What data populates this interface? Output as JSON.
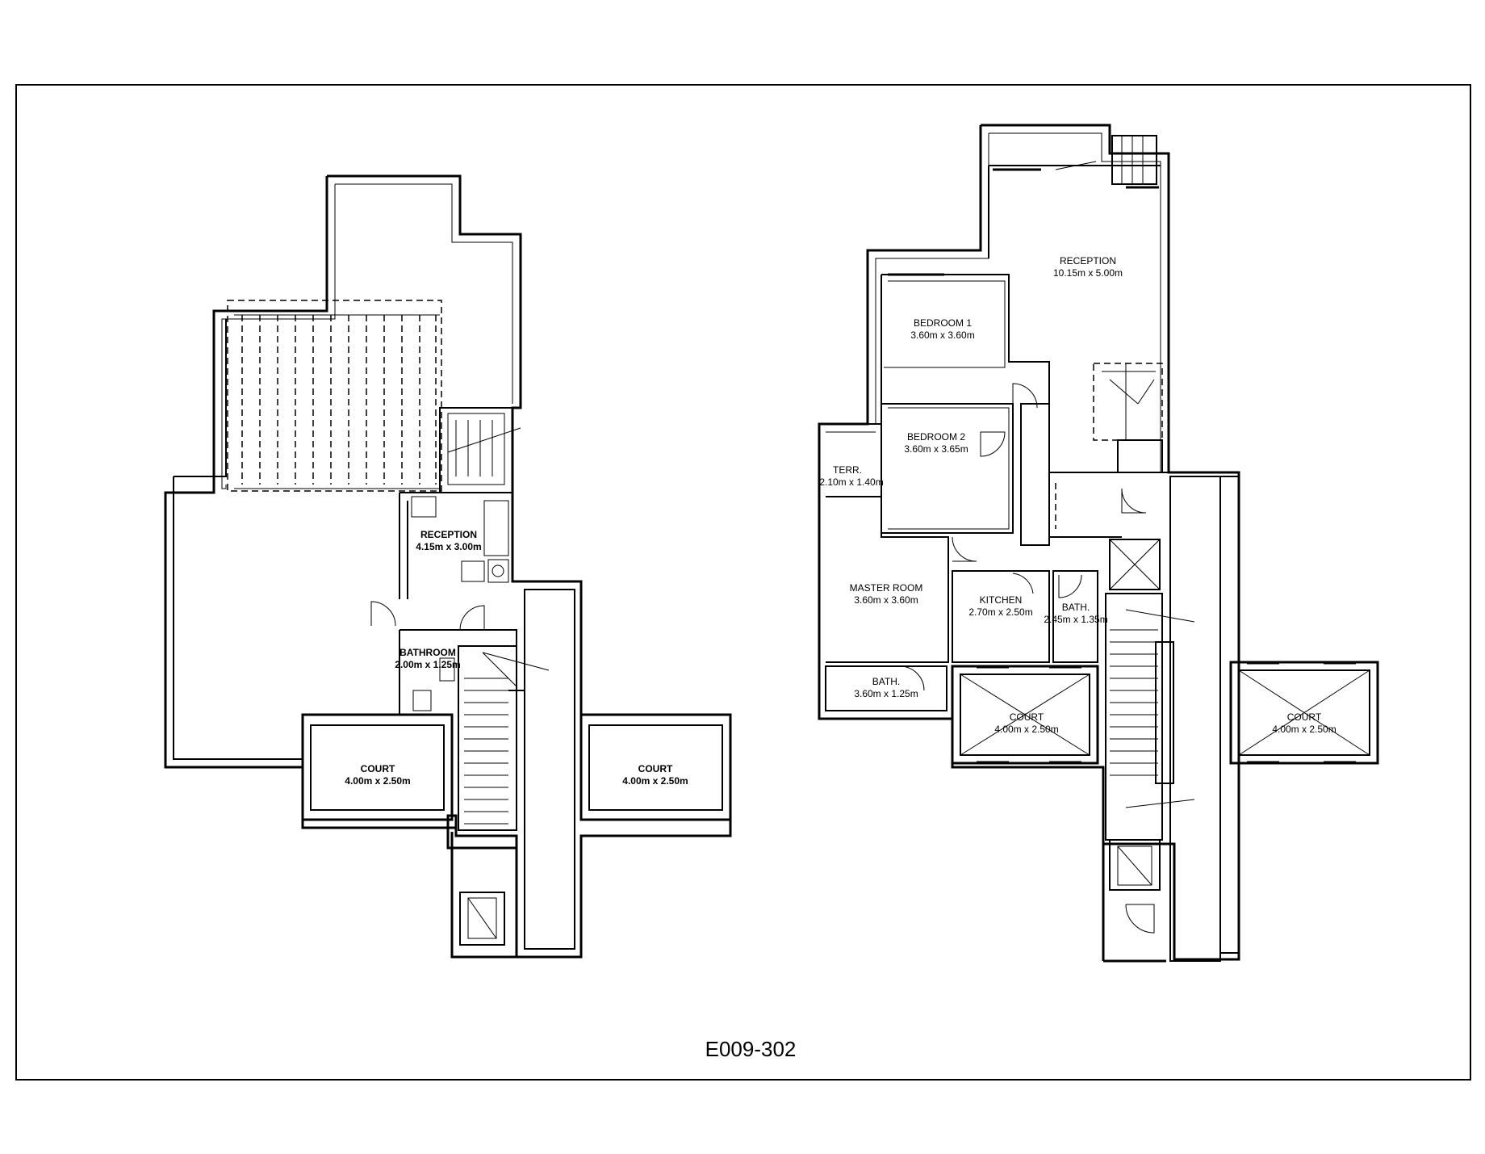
{
  "drawing_code": "E009-302",
  "lower_plan": {
    "reception": {
      "name": "RECEPTION",
      "size": "4.15m x 3.00m"
    },
    "bathroom": {
      "name": "BATHROOM",
      "size": "2.00m x 1.25m"
    },
    "court_left": {
      "name": "COURT",
      "size": "4.00m x 2.50m"
    },
    "court_right": {
      "name": "COURT",
      "size": "4.00m x 2.50m"
    }
  },
  "upper_plan": {
    "reception": {
      "name": "RECEPTION",
      "size": "10.15m x 5.00m"
    },
    "bedroom1": {
      "name": "BEDROOM 1",
      "size": "3.60m x 3.60m"
    },
    "bedroom2": {
      "name": "BEDROOM 2",
      "size": "3.60m x 3.65m"
    },
    "terr": {
      "name": "TERR.",
      "size": "2.10m x 1.40m"
    },
    "master": {
      "name": "MASTER ROOM",
      "size": "3.60m x 3.60m"
    },
    "kitchen": {
      "name": "KITCHEN",
      "size": "2.70m x 2.50m"
    },
    "bath_small": {
      "name": "BATH.",
      "size": "2.45m x 1.35m"
    },
    "bath_large": {
      "name": "BATH.",
      "size": "3.60m x 1.25m"
    },
    "court_left": {
      "name": "COURT",
      "size": "4.00m x 2.50m"
    },
    "court_right": {
      "name": "COURT",
      "size": "4.00m x 2.50m"
    }
  }
}
